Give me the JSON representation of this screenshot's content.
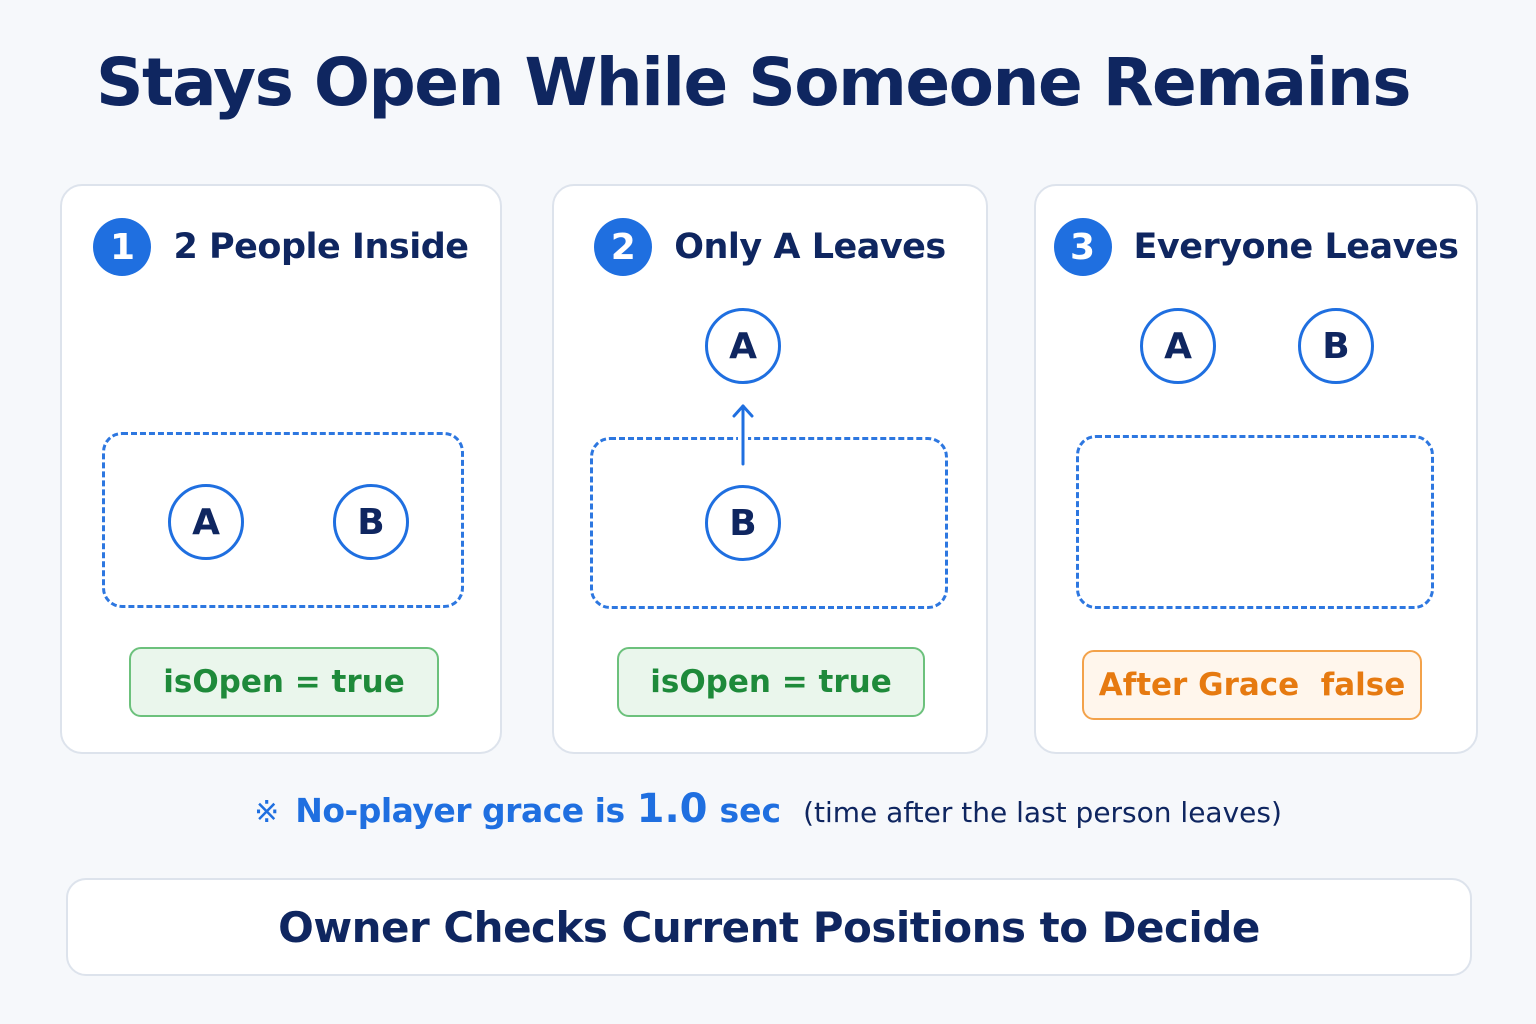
{
  "title": "Stays Open While Someone Remains",
  "panels": [
    {
      "step": "1",
      "label": "2 People Inside",
      "person_a": "A",
      "person_b": "B",
      "status": "isOpen = true"
    },
    {
      "step": "2",
      "label": "Only A Leaves",
      "person_a": "A",
      "person_b": "B",
      "status": "isOpen = true"
    },
    {
      "step": "3",
      "label": "Everyone Leaves",
      "person_a": "A",
      "person_b": "B",
      "status": "After Grace  false"
    }
  ],
  "note": {
    "mark": "※",
    "text": "No-player grace is",
    "value": "1.0",
    "unit": "sec",
    "paren": "(time after the last person leaves)"
  },
  "footer": "Owner Checks Current Positions to Decide",
  "colors": {
    "accent": "#1f6fe0",
    "navy": "#0f2660",
    "true_green": "#1e8a3a",
    "false_orange": "#e67a10"
  }
}
